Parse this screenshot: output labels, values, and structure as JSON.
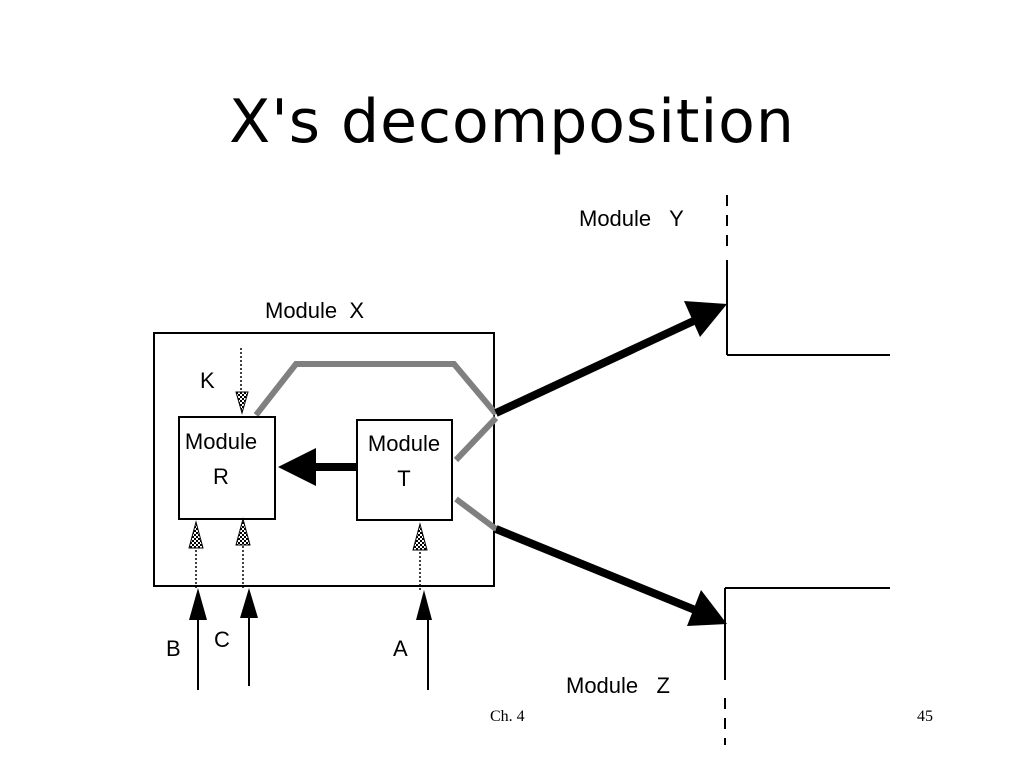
{
  "slide": {
    "title": "X's decomposition",
    "footer_chapter": "Ch. 4",
    "page_number": "45"
  },
  "diagram": {
    "module_x_label": "Module  X",
    "module_y_label": "Module   Y",
    "module_z_label": "Module   Z",
    "module_r": {
      "line1": "Module",
      "line2": "R"
    },
    "module_t": {
      "line1": "Module",
      "line2": "T"
    },
    "inputs": {
      "k": "K",
      "b": "B",
      "c": "C",
      "a": "A"
    }
  },
  "colors": {
    "line": "#000000",
    "connector_gray": "#808080",
    "background": "#ffffff"
  },
  "icons": {
    "control_flow_arrow": "checkered-arrowhead-icon",
    "data_flow_arrow": "solid-arrowhead-icon"
  }
}
